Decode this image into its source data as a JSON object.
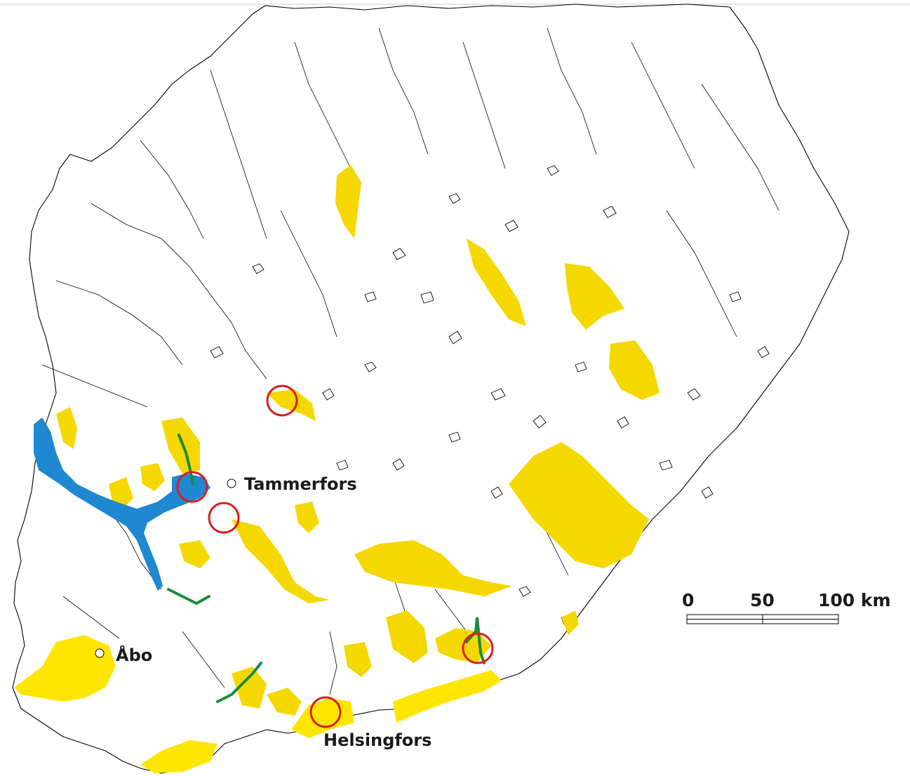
{
  "cities": [
    {
      "id": "tampere",
      "label": "Tammerfors"
    },
    {
      "id": "turku",
      "label": "Åbo"
    },
    {
      "id": "helsinki",
      "label": "Helsingfors"
    }
  ],
  "scale_bar": {
    "tick_0": "0",
    "tick_50": "50",
    "tick_100": "100 km"
  },
  "colors": {
    "land": "#ffffff",
    "coastline": "#000000",
    "yellow_area": "#ffe600",
    "yellow_area_inland": "#f5d800",
    "blue_area": "#1e88d0",
    "green_route": "#1a8c3c",
    "marker_circle": "#d62020"
  }
}
